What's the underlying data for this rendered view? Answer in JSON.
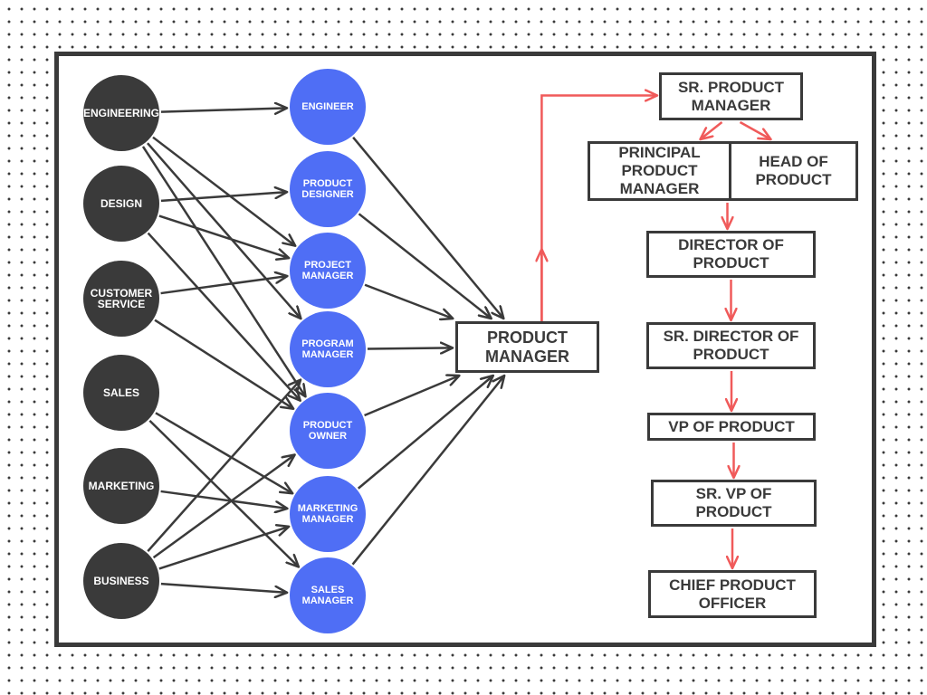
{
  "departments": [
    {
      "id": "engineering",
      "label": "ENGINEERING"
    },
    {
      "id": "design",
      "label": "DESIGN"
    },
    {
      "id": "customer-service",
      "label": "CUSTOMER\nSERVICE"
    },
    {
      "id": "sales",
      "label": "SALES"
    },
    {
      "id": "marketing",
      "label": "MARKETING"
    },
    {
      "id": "business",
      "label": "BUSINESS"
    }
  ],
  "roles": [
    {
      "id": "engineer",
      "label": "ENGINEER"
    },
    {
      "id": "product-designer",
      "label": "PRODUCT\nDESIGNER"
    },
    {
      "id": "project-manager",
      "label": "PROJECT\nMANAGER"
    },
    {
      "id": "program-manager",
      "label": "PROGRAM\nMANAGER"
    },
    {
      "id": "product-owner",
      "label": "PRODUCT\nOWNER"
    },
    {
      "id": "marketing-manager",
      "label": "MARKETING\nMANAGER"
    },
    {
      "id": "sales-manager",
      "label": "SALES\nMANAGER"
    }
  ],
  "center": {
    "id": "product-manager",
    "label": "PRODUCT\nMANAGER"
  },
  "ladder": [
    {
      "id": "sr-product-manager",
      "label": "SR. PRODUCT\nMANAGER"
    },
    {
      "id": "principal-product-manager",
      "label": "PRINCIPAL\nPRODUCT\nMANAGER"
    },
    {
      "id": "head-of-product",
      "label": "HEAD OF\nPRODUCT"
    },
    {
      "id": "director-of-product",
      "label": "DIRECTOR OF\nPRODUCT"
    },
    {
      "id": "sr-director-of-product",
      "label": "SR. DIRECTOR OF\nPRODUCT"
    },
    {
      "id": "vp-of-product",
      "label": "VP OF PRODUCT"
    },
    {
      "id": "sr-vp-of-product",
      "label": "SR. VP OF\nPRODUCT"
    },
    {
      "id": "chief-product-officer",
      "label": "CHIEF PRODUCT\nOFFICER"
    }
  ],
  "edges": [
    [
      "engineering",
      "engineer"
    ],
    [
      "engineering",
      "project-manager"
    ],
    [
      "engineering",
      "program-manager"
    ],
    [
      "engineering",
      "product-owner"
    ],
    [
      "design",
      "product-designer"
    ],
    [
      "design",
      "project-manager"
    ],
    [
      "design",
      "product-owner"
    ],
    [
      "customer-service",
      "project-manager"
    ],
    [
      "customer-service",
      "product-owner"
    ],
    [
      "sales",
      "marketing-manager"
    ],
    [
      "sales",
      "sales-manager"
    ],
    [
      "marketing",
      "marketing-manager"
    ],
    [
      "business",
      "program-manager"
    ],
    [
      "business",
      "product-owner"
    ],
    [
      "business",
      "marketing-manager"
    ],
    [
      "business",
      "sales-manager"
    ],
    [
      "engineer",
      "product-manager"
    ],
    [
      "product-designer",
      "product-manager"
    ],
    [
      "project-manager",
      "product-manager"
    ],
    [
      "program-manager",
      "product-manager"
    ],
    [
      "product-owner",
      "product-manager"
    ],
    [
      "marketing-manager",
      "product-manager"
    ],
    [
      "sales-manager",
      "product-manager"
    ]
  ],
  "career_edges": [
    [
      "product-manager",
      "sr-product-manager"
    ],
    [
      "sr-product-manager",
      "principal-product-manager"
    ],
    [
      "sr-product-manager",
      "head-of-product"
    ],
    [
      "head-of-product",
      "director-of-product"
    ],
    [
      "director-of-product",
      "sr-director-of-product"
    ],
    [
      "sr-director-of-product",
      "vp-of-product"
    ],
    [
      "vp-of-product",
      "sr-vp-of-product"
    ],
    [
      "sr-vp-of-product",
      "chief-product-officer"
    ]
  ],
  "colors": {
    "department_fill": "#3a3a3a",
    "role_fill": "#4f6ef5",
    "box_border": "#3a3a3a",
    "arrow": "#3a3a3a",
    "career_arrow": "#f05a5a"
  }
}
